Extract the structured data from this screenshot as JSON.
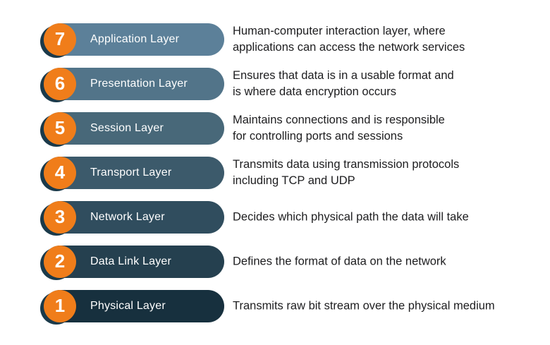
{
  "page": {
    "background": "#ffffff",
    "text_color": "#1d1d1f"
  },
  "badge": {
    "color": "#f07d1a",
    "shadow_color": "#1b3a4a",
    "text_color": "#ffffff"
  },
  "layers": [
    {
      "number": "7",
      "name": "Application Layer",
      "color": "#5c8099",
      "description": "Human-computer interaction layer, where\napplications can access the network services"
    },
    {
      "number": "6",
      "name": "Presentation Layer",
      "color": "#527489",
      "description": "Ensures that data is in a usable format and\nis where data encryption occurs"
    },
    {
      "number": "5",
      "name": "Session Layer",
      "color": "#486879",
      "description": "Maintains connections and is responsible\nfor controlling ports and sessions"
    },
    {
      "number": "4",
      "name": "Transport Layer",
      "color": "#3c5a6b",
      "description": "Transmits data using transmission protocols\nincluding TCP and UDP"
    },
    {
      "number": "3",
      "name": "Network Layer",
      "color": "#304d5e",
      "description": "Decides which physical path the data will take"
    },
    {
      "number": "2",
      "name": "Data Link Layer",
      "color": "#25404f",
      "description": "Defines the format of data on the network"
    },
    {
      "number": "1",
      "name": "Physical Layer",
      "color": "#17303e",
      "description": "Transmits raw bit stream over the physical medium"
    }
  ]
}
